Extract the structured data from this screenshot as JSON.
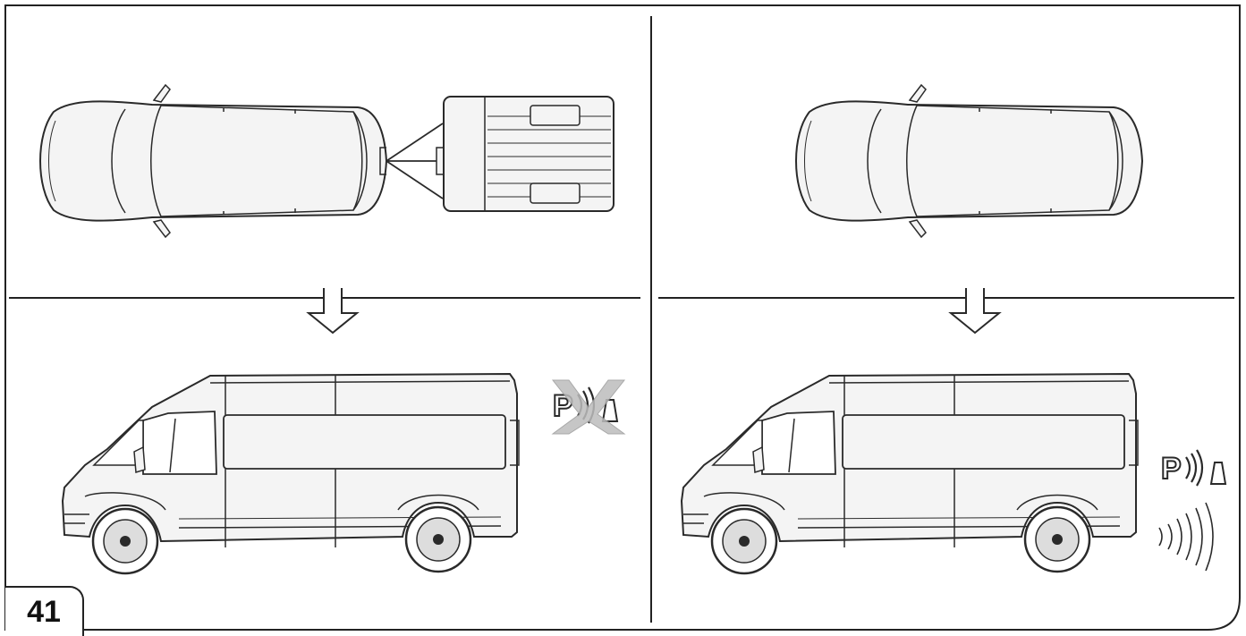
{
  "figure": {
    "number": "41"
  },
  "panels": [
    {
      "id": "left",
      "top_view": "car-towing-trailer",
      "bottom_view": "van-side-view",
      "sensor_status": "disabled",
      "sensor_icon": "parking-sensor-crossed-out-icon"
    },
    {
      "id": "right",
      "top_view": "car-without-trailer",
      "bottom_view": "van-side-view",
      "sensor_status": "active",
      "sensor_icon": "parking-sensor-icon"
    }
  ],
  "colors": {
    "line": "#2a2a2a",
    "body_fill": "#f4f4f4",
    "glass_fill": "#ffffff",
    "cross_fill": "#bdbdbd"
  }
}
